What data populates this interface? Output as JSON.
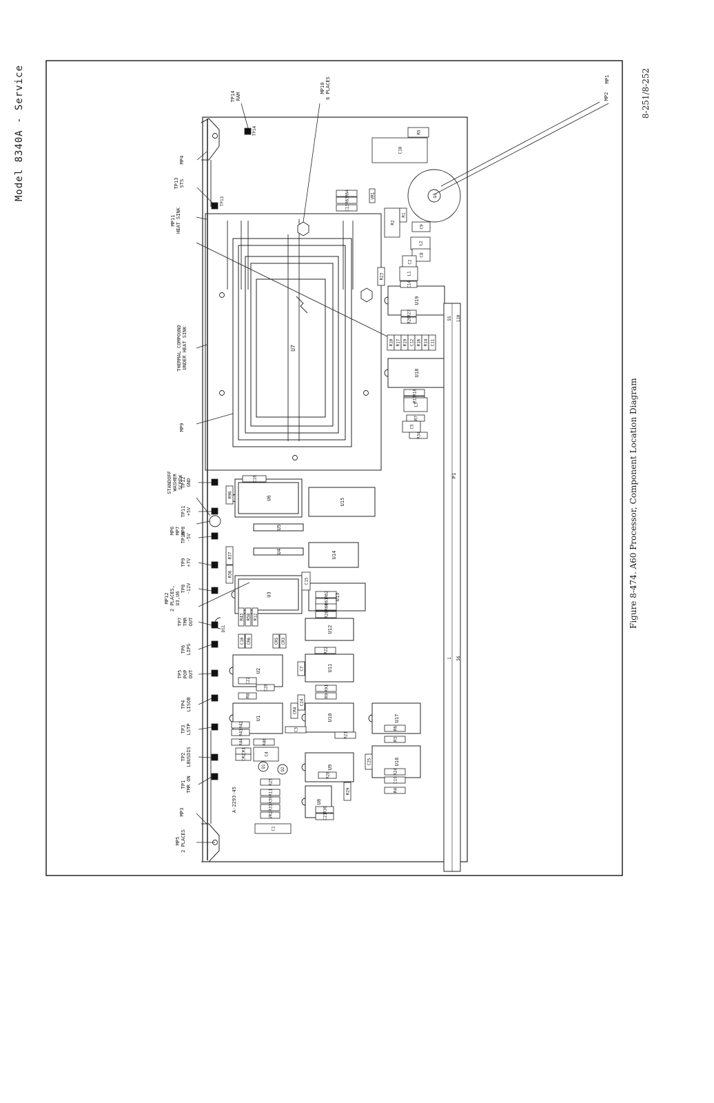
{
  "page": {
    "header": "Model 8340A - Service",
    "page_number": "8-251/8-252",
    "caption": "Figure 8-474. A60 Processor, Component Location Diagram"
  },
  "diagram": {
    "board_number": "A-2293-45",
    "components": [
      {
        "id": "U7",
        "type": "ic"
      },
      {
        "id": "U6",
        "type": "ic"
      },
      {
        "id": "U5",
        "type": "ic"
      },
      {
        "id": "U4",
        "type": "ic"
      },
      {
        "id": "U3",
        "type": "ic"
      },
      {
        "id": "U15",
        "type": "ic"
      },
      {
        "id": "U14",
        "type": "ic"
      },
      {
        "id": "U13",
        "type": "ic"
      },
      {
        "id": "U12",
        "type": "ic"
      },
      {
        "id": "U11",
        "type": "ic"
      },
      {
        "id": "U10",
        "type": "ic"
      },
      {
        "id": "U2",
        "type": "ic"
      },
      {
        "id": "U1",
        "type": "ic"
      },
      {
        "id": "U9",
        "type": "ic"
      },
      {
        "id": "U8",
        "type": "ic"
      },
      {
        "id": "U16",
        "type": "ic"
      },
      {
        "id": "U17",
        "type": "ic"
      },
      {
        "id": "U18",
        "type": "ic"
      },
      {
        "id": "U19",
        "type": "ic"
      },
      {
        "id": "R98",
        "type": "r"
      },
      {
        "id": "R37",
        "type": "r"
      },
      {
        "id": "R36",
        "type": "r"
      },
      {
        "id": "R43",
        "type": "r"
      },
      {
        "id": "R58",
        "type": "r"
      },
      {
        "id": "R12",
        "type": "r"
      },
      {
        "id": "R22",
        "type": "r"
      },
      {
        "id": "R8",
        "type": "r"
      },
      {
        "id": "R91",
        "type": "r"
      },
      {
        "id": "R9",
        "type": "r"
      },
      {
        "id": "R42",
        "type": "r"
      },
      {
        "id": "R41",
        "type": "r"
      },
      {
        "id": "R44",
        "type": "r"
      },
      {
        "id": "R40",
        "type": "r"
      },
      {
        "id": "R21",
        "type": "r"
      },
      {
        "id": "R28",
        "type": "r"
      },
      {
        "id": "R25",
        "type": "r"
      },
      {
        "id": "R11",
        "type": "r"
      },
      {
        "id": "R39",
        "type": "r"
      },
      {
        "id": "R31",
        "type": "r"
      },
      {
        "id": "R30",
        "type": "r"
      },
      {
        "id": "R29",
        "type": "r"
      },
      {
        "id": "R3",
        "type": "r"
      },
      {
        "id": "R24",
        "type": "r"
      },
      {
        "id": "R4",
        "type": "r"
      },
      {
        "id": "R62",
        "type": "r"
      },
      {
        "id": "R61",
        "type": "r"
      },
      {
        "id": "R60",
        "type": "r"
      },
      {
        "id": "R20",
        "type": "r"
      },
      {
        "id": "R23",
        "type": "r"
      },
      {
        "id": "R2",
        "type": "r"
      },
      {
        "id": "R1",
        "type": "r"
      },
      {
        "id": "R64",
        "type": "r"
      },
      {
        "id": "R63",
        "type": "r"
      },
      {
        "id": "R5",
        "type": "r"
      },
      {
        "id": "R10",
        "type": "r"
      },
      {
        "id": "R17",
        "type": "r"
      },
      {
        "id": "R19",
        "type": "r"
      },
      {
        "id": "R16",
        "type": "r"
      },
      {
        "id": "R14",
        "type": "r"
      },
      {
        "id": "R27",
        "type": "r"
      },
      {
        "id": "R26",
        "type": "r"
      },
      {
        "id": "R18",
        "type": "r"
      },
      {
        "id": "R15",
        "type": "r"
      },
      {
        "id": "R7",
        "type": "r"
      },
      {
        "id": "R34",
        "type": "r"
      },
      {
        "id": "C16",
        "type": "c"
      },
      {
        "id": "C15",
        "type": "c"
      },
      {
        "id": "C10",
        "type": "c"
      },
      {
        "id": "C7",
        "type": "c"
      },
      {
        "id": "C22",
        "type": "c"
      },
      {
        "id": "C20",
        "type": "c"
      },
      {
        "id": "C24",
        "type": "c"
      },
      {
        "id": "C3",
        "type": "c"
      },
      {
        "id": "C4",
        "type": "c"
      },
      {
        "id": "C21",
        "type": "c"
      },
      {
        "id": "C1",
        "type": "c"
      },
      {
        "id": "C25",
        "type": "c"
      },
      {
        "id": "C19",
        "type": "c"
      },
      {
        "id": "C13",
        "type": "c"
      },
      {
        "id": "C9",
        "type": "c"
      },
      {
        "id": "C8",
        "type": "c"
      },
      {
        "id": "C2",
        "type": "c"
      },
      {
        "id": "C14",
        "type": "c"
      },
      {
        "id": "C12",
        "type": "c"
      },
      {
        "id": "C11",
        "type": "c"
      },
      {
        "id": "C5",
        "type": "c"
      },
      {
        "id": "C18",
        "type": "c"
      },
      {
        "id": "L1",
        "type": "l"
      },
      {
        "id": "L2",
        "type": "l"
      },
      {
        "id": "L3",
        "type": "l"
      },
      {
        "id": "CR5",
        "type": "cr"
      },
      {
        "id": "CR6",
        "type": "cr"
      },
      {
        "id": "CR3",
        "type": "cr"
      },
      {
        "id": "CR4",
        "type": "cr"
      },
      {
        "id": "CR1",
        "type": "cr"
      },
      {
        "id": "CR2",
        "type": "cr"
      },
      {
        "id": "VR1",
        "type": "vr"
      },
      {
        "id": "VR2",
        "type": "vr"
      },
      {
        "id": "DS1",
        "type": "ds"
      },
      {
        "id": "Q1",
        "type": "q"
      },
      {
        "id": "Q2",
        "type": "q"
      },
      {
        "id": "Q3",
        "type": "q"
      },
      {
        "id": "P1",
        "type": "conn"
      },
      {
        "id": "TP14",
        "type": "tp"
      },
      {
        "id": "TP13",
        "type": "tp"
      }
    ],
    "connector_pins": [
      "1",
      "56",
      "55",
      "110"
    ],
    "test_points": [
      {
        "id": "TP1",
        "label": "TP1\nTMR ON"
      },
      {
        "id": "TP2",
        "label": "TP2\nLBUSDIS"
      },
      {
        "id": "TP3",
        "label": "TP3\nLSTP"
      },
      {
        "id": "TP4",
        "label": "TP4\nLISOB"
      },
      {
        "id": "TP5",
        "label": "TP5\nPOP\nOUT"
      },
      {
        "id": "TP6",
        "label": "TP6\nLIPS"
      },
      {
        "id": "TP7",
        "label": "TP7\nTMR\nOUT"
      },
      {
        "id": "TP8",
        "label": "TP8\n-12V"
      },
      {
        "id": "TP9",
        "label": "TP9\n+7V"
      },
      {
        "id": "TP10",
        "label": "TP10\n-5V"
      },
      {
        "id": "TP11",
        "label": "TP11\n+5V"
      },
      {
        "id": "TP12",
        "label": "TP12\nGND"
      }
    ],
    "callouts": [
      {
        "id": "MP5",
        "label": "MP5\n2 PLACES"
      },
      {
        "id": "MP3",
        "label": "MP3"
      },
      {
        "id": "MP12",
        "label": "MP12\n2 PLACES,\nU3,U6"
      },
      {
        "id": "MP6-8",
        "label": "MP6\nMP7\nMP8"
      },
      {
        "id": "standoff",
        "label": "STANDOFF\nWASHER\nSCREW"
      },
      {
        "id": "MP9",
        "label": "MP9"
      },
      {
        "id": "thermal",
        "label": "THERMAL COMPOUND\nUNDER HEAT SINK"
      },
      {
        "id": "MP11",
        "label": "MP11\nHEAT SINK"
      },
      {
        "id": "TP13",
        "label": "TP13\nSTS"
      },
      {
        "id": "MP4",
        "label": "MP4"
      },
      {
        "id": "TP14",
        "label": "TP14\nRAM"
      },
      {
        "id": "MP10",
        "label": "MP10\n6 PLACES"
      },
      {
        "id": "MP2",
        "label": "MP2"
      },
      {
        "id": "MP1",
        "label": "MP1"
      }
    ]
  }
}
